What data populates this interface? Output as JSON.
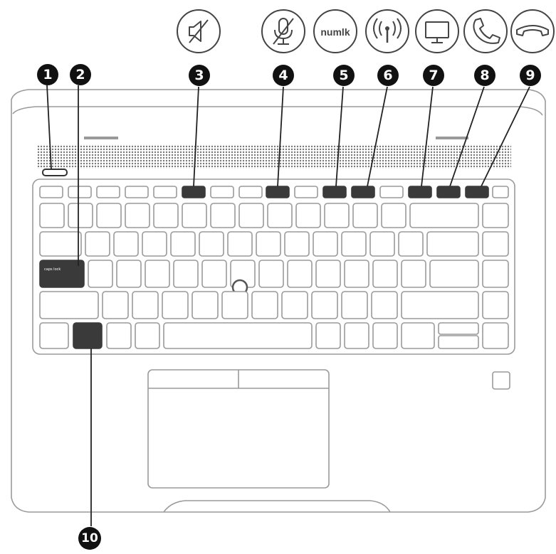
{
  "callouts": [
    "1",
    "2",
    "3",
    "4",
    "5",
    "6",
    "7",
    "8",
    "9",
    "10"
  ],
  "icons": {
    "mute": "speaker-mute-icon",
    "mic_mute": "microphone-mute-icon",
    "numlock_label": "numlk",
    "wireless": "wireless-antenna-icon",
    "display": "monitor-icon",
    "call_answer": "phone-answer-icon",
    "call_end": "phone-hangup-icon"
  }
}
